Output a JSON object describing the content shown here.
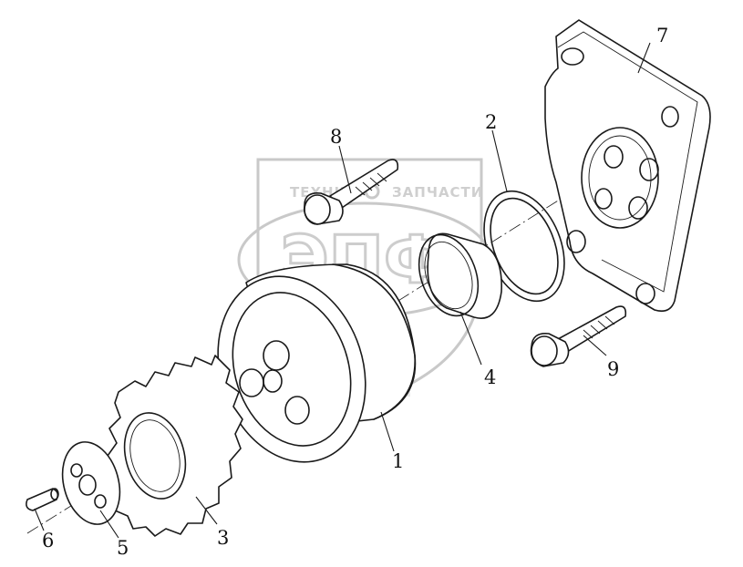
{
  "watermark": {
    "top_text": "ТЕХНИКА",
    "top_text_right": "ЗАПЧАСТИ",
    "logo_text": "ЭПФ"
  },
  "callouts": [
    {
      "id": "1",
      "label": "1"
    },
    {
      "id": "2",
      "label": "2"
    },
    {
      "id": "3",
      "label": "3"
    },
    {
      "id": "4",
      "label": "4"
    },
    {
      "id": "5",
      "label": "5"
    },
    {
      "id": "6",
      "label": "6"
    },
    {
      "id": "7",
      "label": "7"
    },
    {
      "id": "8",
      "label": "8"
    },
    {
      "id": "9",
      "label": "9"
    }
  ]
}
